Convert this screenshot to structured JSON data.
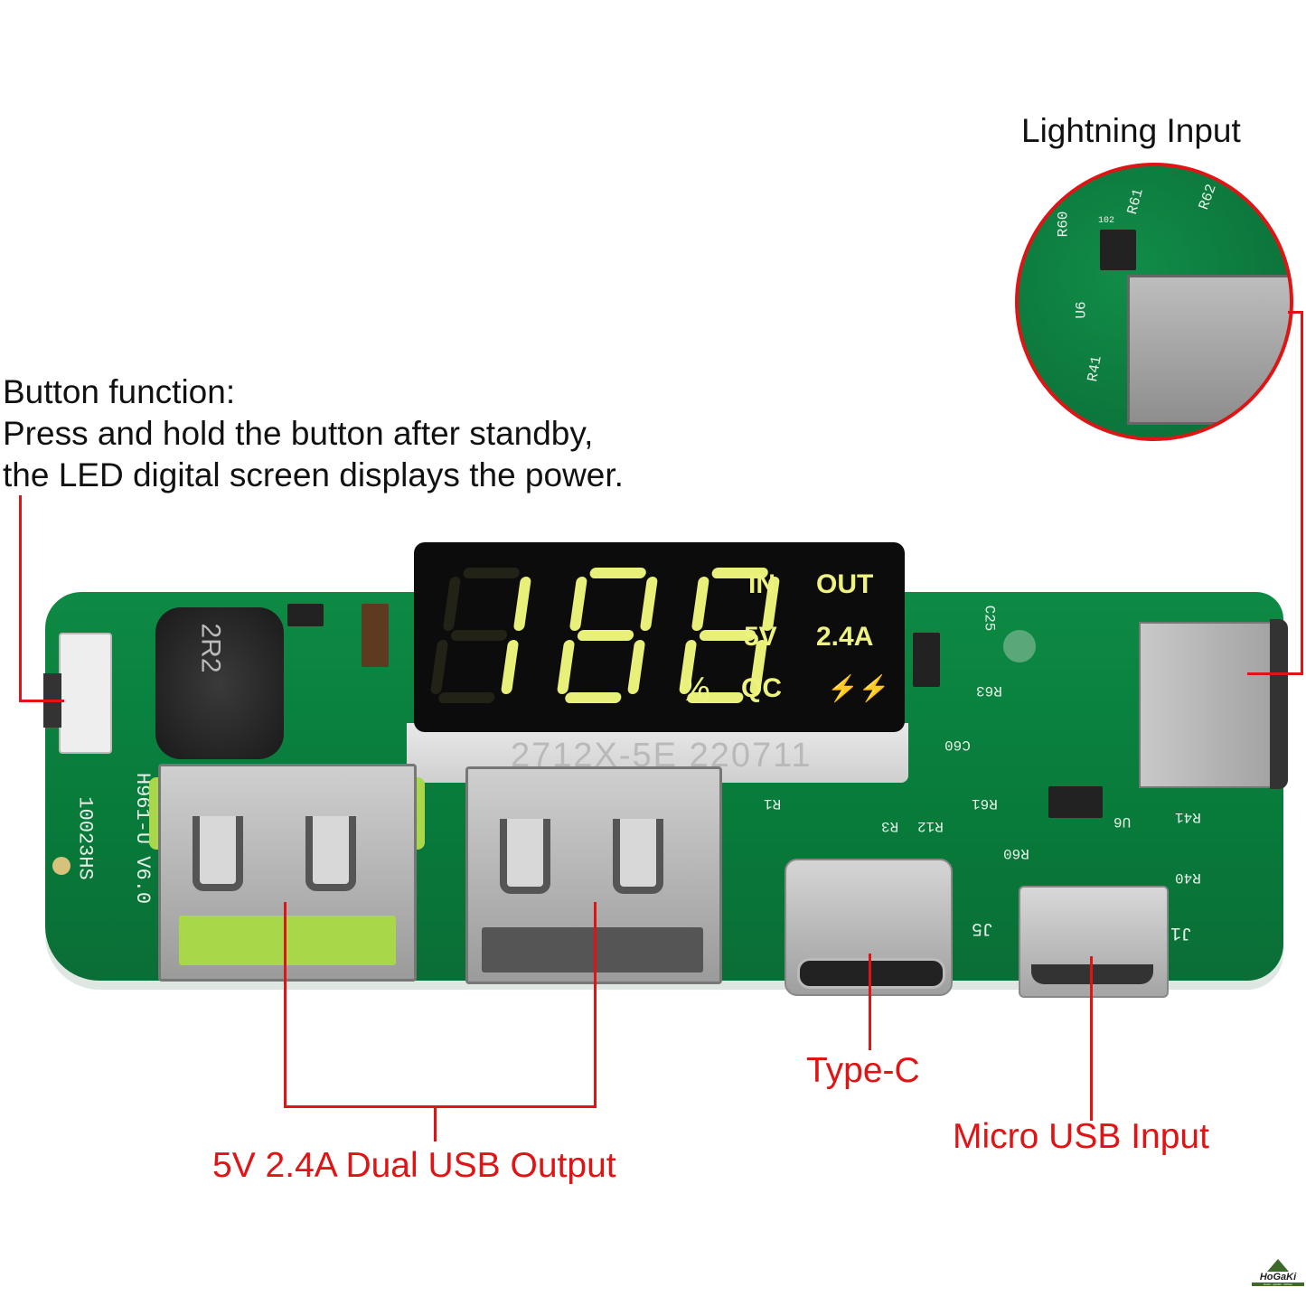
{
  "annotations": {
    "lightning_input": "Lightning Input",
    "button_function": {
      "title": "Button function:",
      "line1": "Press and hold the button after standby,",
      "line2": "the LED digital screen displays the power."
    },
    "type_c": "Type-C",
    "micro_usb_input": "Micro USB Input",
    "dual_usb_output": "5V 2.4A Dual USB Output"
  },
  "display": {
    "digits": "188",
    "percent": "%",
    "labels": [
      "IN",
      "OUT",
      "5V",
      "2.4A",
      "QC"
    ],
    "lightning_symbols": "⚡⚡",
    "module_code": "2712X-5E 220711"
  },
  "board": {
    "inductor_marking": "2R2",
    "model": "H961-U V6.0",
    "serial": "10023HS",
    "silkscreen": [
      "R1",
      "R3",
      "R12",
      "R60",
      "R61",
      "R63",
      "C25",
      "C60",
      "J5",
      "J1",
      "U6",
      "R40",
      "R41"
    ]
  },
  "inset": {
    "silkscreen": [
      "R60",
      "R61",
      "R62",
      "U6",
      "R41",
      "102"
    ]
  },
  "logo": {
    "name": "HoGaKi",
    "tagline": "Home · garden · kitchen"
  },
  "colors": {
    "annotation_red": "#e01414",
    "pcb_green": "#0a7a3e",
    "segment_yellow": "#e8f07a"
  }
}
